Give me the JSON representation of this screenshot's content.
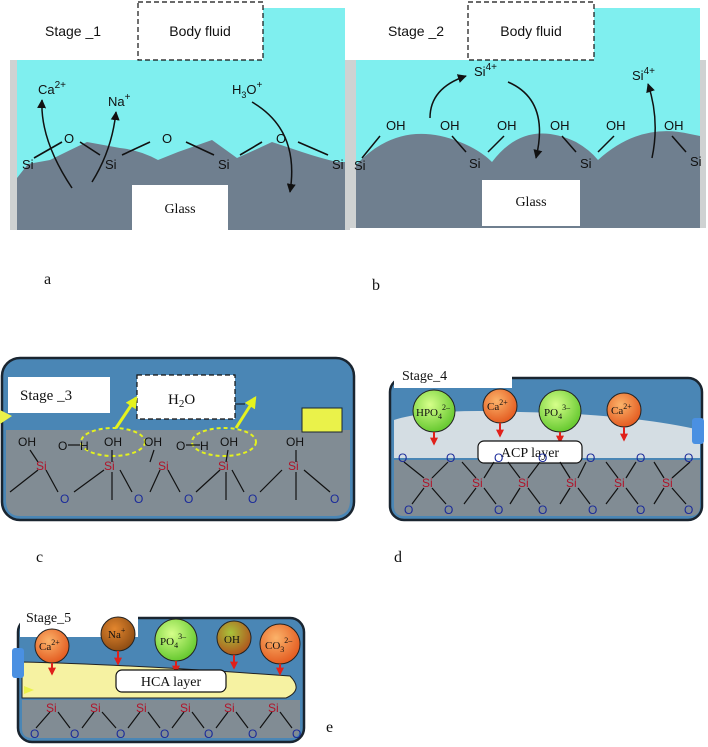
{
  "panels": {
    "a": {
      "letter": "a",
      "stage": "Stage _1",
      "fluid": "Body fluid",
      "glass": "Glass",
      "si": "Si",
      "o": "O",
      "ions": {
        "ca": "Ca",
        "ca_sup": "2+",
        "na": "Na",
        "na_sup": "+",
        "h3o_h": "H",
        "h3o_sub": "3",
        "h3o_o": "O",
        "h3o_sup": "+"
      }
    },
    "b": {
      "letter": "b",
      "stage": "Stage _2",
      "fluid": "Body fluid",
      "glass": "Glass",
      "si": "Si",
      "oh": "OH",
      "ion": "Si",
      "ion_sup": "4+"
    },
    "c": {
      "letter": "c",
      "stage": "Stage _3",
      "water_h": "H",
      "water_sub": "2",
      "water_o": "O",
      "oh": "OH",
      "o_h_o": "O",
      "o_h_h": "H",
      "si": "Si",
      "o": "O"
    },
    "d": {
      "letter": "d",
      "stage": "Stage_4",
      "layer": "ACP layer",
      "ions": {
        "hpo4": "HPO",
        "hpo4_sub": "4",
        "hpo4_sup": "2–",
        "ca": "Ca",
        "ca_sup": "2+",
        "po4": "PO",
        "po4_sub": "4",
        "po4_sup": "3–"
      },
      "si": "Si",
      "o": "O"
    },
    "e": {
      "letter": "e",
      "stage": "Stage_5",
      "layer": "HCA layer",
      "ions": {
        "ca": "Ca",
        "ca_sup": "2+",
        "na": "Na",
        "na_sup": "+",
        "po4": "PO",
        "po4_sub": "4",
        "po4_sup": "3–",
        "oh": "OH",
        "co3": "CO",
        "co3_sub": "3",
        "co3_sup": "2–"
      },
      "si": "Si",
      "o": "O"
    }
  },
  "colors": {
    "fluid_cyan": "#7fefef",
    "glass_gray": "#6f7f8f",
    "panel_blue": "#4a86b5",
    "acp_layer": "#d4dde3",
    "hca_layer": "#f6f2a2",
    "arrow_yellow": "#e4f21e",
    "si_red": "#b0142a",
    "o_blue": "#1a2a9a",
    "ion_orange": "#f0782a",
    "ion_green": "#8be03a",
    "ion_red_arrow": "#e0201a",
    "side_yellow": "#eaf24a",
    "side_blue": "#4a90e2"
  }
}
